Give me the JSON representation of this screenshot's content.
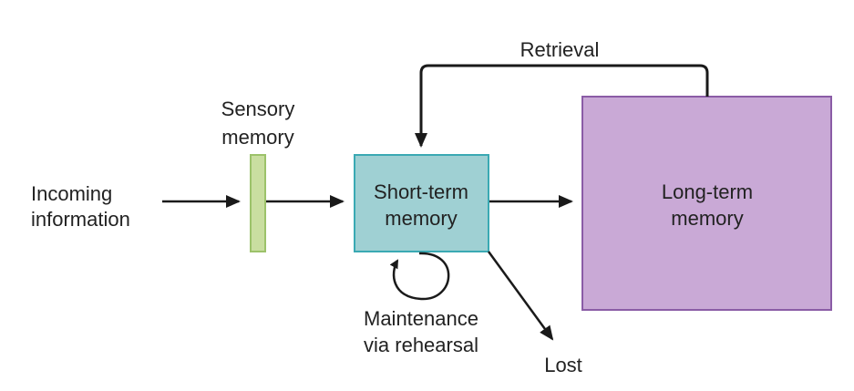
{
  "colors": {
    "background": "#ffffff",
    "arrow": "#1a1a1a",
    "sensory_fill": "#c9dea0",
    "sensory_stroke": "#9cc26a",
    "short_term_fill": "#9fd0d3",
    "short_term_stroke": "#3aa9b3",
    "long_term_fill": "#c9a9d6",
    "long_term_stroke": "#8a5ca6",
    "text": "#222222"
  },
  "incoming": {
    "line1": "Incoming",
    "line2": "information"
  },
  "sensory": {
    "line1": "Sensory",
    "line2": "memory"
  },
  "short_term": {
    "line1": "Short-term",
    "line2": "memory"
  },
  "long_term": {
    "line1": "Long-term",
    "line2": "memory"
  },
  "retrieval": {
    "label": "Retrieval"
  },
  "maintenance": {
    "line1": "Maintenance",
    "line2": "via rehearsal"
  },
  "lost": {
    "label": "Lost"
  }
}
